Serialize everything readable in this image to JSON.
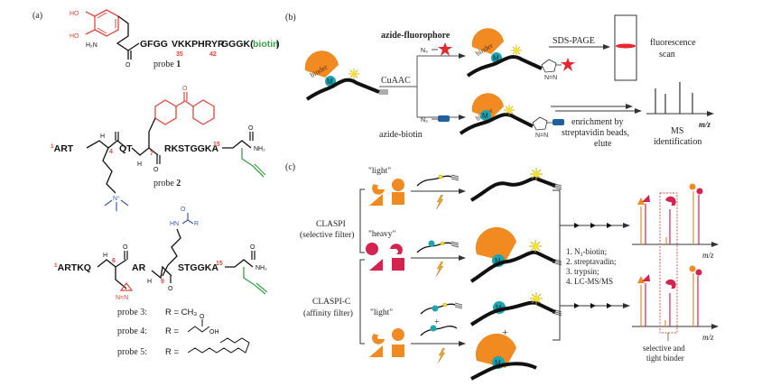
{
  "figure": {
    "panels": {
      "a": {
        "label": "(a)",
        "probe1": {
          "prefix_seq": "GFGG",
          "seq_mid": "VKKPHRYR",
          "seq_end": "GGGK(",
          "biotin": "biotin",
          "close": ")",
          "num1": "35",
          "num2": "42",
          "amine": "H₂N",
          "oh1": "HO",
          "oh2": "HO",
          "o": "O",
          "caption_word": "probe",
          "caption_num": "1"
        },
        "probe2": {
          "start_num": "1",
          "seg1": "ART",
          "pos4": "4",
          "seg2": "QT",
          "pos7": "7",
          "seg3": "RKSTGGKA",
          "end_num": "15",
          "nh2": "NH₂",
          "n_plus": "N⁺",
          "h": "H",
          "o": "O",
          "caption_word": "probe",
          "caption_num": "2"
        },
        "probe3_5": {
          "start_num": "1",
          "seg1": "ARTKQ",
          "pos6": "6",
          "seg2": "AR",
          "pos9": "9",
          "seg3": "STGGKA",
          "end_num": "15",
          "nh2": "NH₂",
          "hn": "HN",
          "r": "R",
          "diazirine": "N=N",
          "o": "O",
          "h": "H"
        },
        "r_groups": [
          {
            "label": "probe 3:",
            "value": "R = CH₃"
          },
          {
            "label": "probe 4:",
            "value": "R =",
            "group": "OH",
            "o": "O"
          },
          {
            "label": "probe 5:",
            "value": "R ="
          }
        ]
      },
      "b": {
        "label": "(b)",
        "azide_fluorophore": "azide-fluorophore",
        "azide_biotin": "azide-biotin",
        "n3": "N₃",
        "reaction": "CuAAC",
        "binder": "binder",
        "metal": "M",
        "sds_page": "SDS-PAGE",
        "fluorescence_line1": "fluorescence",
        "fluorescence_line2": "scan",
        "enrichment_lines": [
          "enrichment by",
          "streptavidin beads,",
          "elute"
        ],
        "ms_lines": [
          "MS",
          "identification"
        ],
        "mz": "m/z",
        "triazole_n": "N",
        "triazole_nn": "N=N"
      },
      "c": {
        "label": "(c)",
        "light": "\"light\"",
        "heavy": "\"heavy\"",
        "light2": "\"light\"",
        "claspi": "CLASPI",
        "claspi_sub": "(selective filter)",
        "claspi_c": "CLASPI-C",
        "claspi_c_sub": "(affinity filter)",
        "plus": "+",
        "metal": "M",
        "steps": [
          "1. N₃-biotin;",
          "2. streptavadin;",
          "3. trypsin;",
          "4. LC-MS/MS"
        ],
        "mz": "m/z",
        "selective_lines": [
          "selective and",
          "tight binder"
        ]
      }
    },
    "colors": {
      "orange": "#f18a21",
      "crimson": "#d6224f",
      "teal": "#1aa5b0",
      "red": "#e8453c",
      "green": "#3aa24a",
      "blue": "#3b5bb5",
      "navy": "#1f5f9e",
      "yellow": "#f5e12c"
    }
  }
}
